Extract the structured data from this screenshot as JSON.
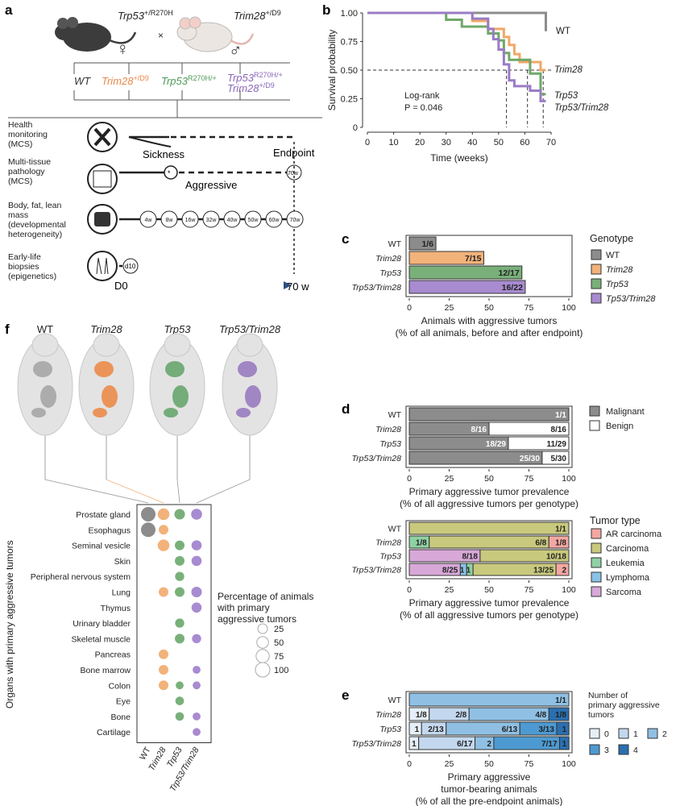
{
  "panel_letters": {
    "a": "a",
    "b": "b",
    "c": "c",
    "d": "d",
    "e": "e",
    "f": "f"
  },
  "panel_a": {
    "mouse_left": {
      "name": "Trp53",
      "sup": "+/R270H"
    },
    "mouse_right": {
      "name": "Trim28",
      "sup": "+/D9"
    },
    "cross": "×",
    "genotypes": [
      {
        "name": "WT",
        "sup": "",
        "color": "#333333"
      },
      {
        "name": "Trim28",
        "sup": "+/D9",
        "color": "#e8884a"
      },
      {
        "name": "Trp53",
        "sup": "R270H/+",
        "color": "#4f9a57"
      },
      {
        "name": "Trp53",
        "sup": "R270H/+",
        "color": "#8a67b8"
      },
      {
        "name": "Trim28",
        "sup": "+/D9",
        "color": "#8a67b8"
      }
    ],
    "rows": [
      {
        "label": [
          "Health",
          "monitoring",
          "(MCS)"
        ]
      },
      {
        "label": [
          "Multi-tissue",
          "pathology",
          "(MCS)"
        ]
      },
      {
        "label": [
          "Body, fat, lean",
          "mass",
          "(developmental",
          "heterogeneity)"
        ]
      },
      {
        "label": [
          "Early-life",
          "biopsies",
          "(epigenetics)"
        ]
      }
    ],
    "sickness": "Sickness",
    "endpoint": "Endpoint",
    "aggressive": "Aggressive",
    "week_circles": [
      "4w",
      "8w",
      "16w",
      "32w",
      "40w",
      "50w",
      "60w",
      "70w"
    ],
    "endpoint_circle": "70w",
    "biopsy_circle": "d10",
    "d0": "D0",
    "w70": "70 w"
  },
  "chart_data": [
    {
      "id": "b",
      "type": "line",
      "xlabel": "Time (weeks)",
      "ylabel": "Survival probability",
      "xlim": [
        0,
        70
      ],
      "ylim": [
        0,
        1
      ],
      "xticks": [
        "0",
        "10",
        "20",
        "30",
        "40",
        "50",
        "60",
        "70"
      ],
      "yticks": [
        "0",
        "0.25",
        "0.50",
        "0.75",
        "1.00"
      ],
      "annotation": [
        "Log-rank",
        "P = 0.046"
      ],
      "series": [
        {
          "name": "WT",
          "color": "#8c8c8c",
          "x": [
            0,
            68,
            68
          ],
          "y": [
            1.0,
            1.0,
            0.84
          ]
        },
        {
          "name": "Trim28",
          "color": "#f0a868",
          "x": [
            0,
            38,
            40,
            42,
            46,
            48,
            52,
            54,
            56,
            58,
            60,
            62,
            64,
            66,
            68
          ],
          "y": [
            1.0,
            1.0,
            0.93,
            0.93,
            0.86,
            0.86,
            0.79,
            0.72,
            0.64,
            0.57,
            0.57,
            0.57,
            0.57,
            0.5,
            0.5
          ]
        },
        {
          "name": "Trp53",
          "color": "#6fa86a",
          "x": [
            0,
            28,
            30,
            34,
            36,
            44,
            46,
            50,
            52,
            54,
            58,
            62,
            64,
            66,
            68
          ],
          "y": [
            1.0,
            1.0,
            0.94,
            0.94,
            0.88,
            0.88,
            0.82,
            0.76,
            0.65,
            0.59,
            0.59,
            0.47,
            0.47,
            0.29,
            0.29
          ]
        },
        {
          "name": "Trp53/Trim28",
          "color": "#9a7cc6",
          "x": [
            0,
            38,
            40,
            44,
            46,
            48,
            50,
            52,
            54,
            56,
            60,
            62,
            64,
            66,
            68
          ],
          "y": [
            1.0,
            1.0,
            0.95,
            0.95,
            0.86,
            0.77,
            0.68,
            0.55,
            0.41,
            0.36,
            0.36,
            0.32,
            0.32,
            0.23,
            0.23
          ]
        }
      ],
      "median_lines_x": [
        53,
        61,
        67
      ]
    },
    {
      "id": "c",
      "type": "bar",
      "xlabel": [
        "Animals with aggressive tumors",
        "(% of all animals, before and after endpoint)"
      ],
      "xlim": [
        0,
        100
      ],
      "xticks": [
        "0",
        "25",
        "50",
        "75",
        "100"
      ],
      "categories": [
        "WT",
        "Trim28",
        "Trp53",
        "Trp53/Trim28"
      ],
      "values": [
        16.7,
        46.7,
        70.6,
        72.7
      ],
      "labels": [
        "1/6",
        "7/15",
        "12/17",
        "16/22"
      ],
      "colors": [
        "#8c8c8c",
        "#f2b27a",
        "#79b07a",
        "#a88bd0"
      ],
      "legend_title": "Genotype",
      "legend": [
        "WT",
        "Trim28",
        "Trp53",
        "Tp53/Trim28"
      ]
    },
    {
      "id": "d1",
      "type": "bar",
      "xlabel": [
        "Primary aggressive tumor prevalence",
        "(% of all aggressive tumors per genotype)"
      ],
      "xlim": [
        0,
        100
      ],
      "xticks": [
        "0",
        "25",
        "50",
        "75",
        "100"
      ],
      "categories": [
        "WT",
        "Trim28",
        "Trp53",
        "Trp53/Trim28"
      ],
      "series": [
        {
          "name": "Malignant",
          "color": "#8c8c8c",
          "values": [
            100,
            50,
            62.1,
            83.3
          ],
          "labels": [
            "1/1",
            "8/16",
            "18/29",
            "25/30"
          ]
        },
        {
          "name": "Benign",
          "color": "#ffffff",
          "values": [
            0,
            50,
            37.9,
            16.7
          ],
          "labels": [
            "",
            "8/16",
            "11/29",
            "5/30"
          ]
        }
      ]
    },
    {
      "id": "d2",
      "type": "bar",
      "xlabel": [
        "Primary aggressive tumor prevalence",
        "(% of all aggressive tumors per genotype)"
      ],
      "xlim": [
        0,
        100
      ],
      "xticks": [
        "0",
        "25",
        "50",
        "75",
        "100"
      ],
      "categories": [
        "WT",
        "Trim28",
        "Trp53",
        "Trp53/Trim28"
      ],
      "legend_title": "Tumor type",
      "series": [
        {
          "name": "Sarcoma",
          "color": "#d8a8d8",
          "values": [
            0,
            0,
            44.4,
            32
          ],
          "labels": [
            "",
            "",
            "8/18",
            "8/25"
          ]
        },
        {
          "name": "Lymphoma",
          "color": "#88c2e6",
          "values": [
            0,
            0,
            0,
            4
          ],
          "labels": [
            "",
            "",
            "",
            "1"
          ]
        },
        {
          "name": "Leukemia",
          "color": "#8fd1a4",
          "values": [
            0,
            12.5,
            0,
            4
          ],
          "labels": [
            "",
            "1/8",
            "",
            "1"
          ]
        },
        {
          "name": "Carcinoma",
          "color": "#c9c97e",
          "values": [
            100,
            75,
            55.6,
            52
          ],
          "labels": [
            "1/1",
            "6/8",
            "10/18",
            "13/25"
          ]
        },
        {
          "name": "AR carcinoma",
          "color": "#f4a7a2",
          "values": [
            0,
            12.5,
            0,
            8
          ],
          "labels": [
            "",
            "1/8",
            "",
            "2"
          ]
        }
      ],
      "legend": [
        "AR carcinoma",
        "Carcinoma",
        "Leukemia",
        "Lymphoma",
        "Sarcoma"
      ]
    },
    {
      "id": "e",
      "type": "bar",
      "xlabel": [
        "Primary aggressive",
        "tumor-bearing animals",
        "(% of all the pre-endpoint animals)"
      ],
      "xlim": [
        0,
        100
      ],
      "xticks": [
        "0",
        "25",
        "50",
        "75",
        "100"
      ],
      "categories": [
        "WT",
        "Trim28",
        "Trp53",
        "Trp53/Trim28"
      ],
      "legend_title": [
        "Number of",
        "primary aggressive",
        "tumors"
      ],
      "series": [
        {
          "name": "0",
          "color": "#e6eff8",
          "values": [
            0,
            12.5,
            7.7,
            5.9
          ],
          "labels": [
            "",
            "1/8",
            "1",
            "1"
          ]
        },
        {
          "name": "1",
          "color": "#c3d8ee",
          "values": [
            0,
            25,
            15.4,
            35.3
          ],
          "labels": [
            "",
            "2/8",
            "2/13",
            "6/17"
          ]
        },
        {
          "name": "2",
          "color": "#8fc0e4",
          "values": [
            100,
            50,
            46.2,
            11.8
          ],
          "labels": [
            "1/1",
            "4/8",
            "6/13",
            "2"
          ]
        },
        {
          "name": "3",
          "color": "#4d9ad2",
          "values": [
            0,
            0,
            23.1,
            41.2
          ],
          "labels": [
            "",
            "",
            "3/13",
            "7/17"
          ]
        },
        {
          "name": "4",
          "color": "#2a6fb0",
          "values": [
            0,
            12.5,
            7.7,
            5.9
          ],
          "labels": [
            "",
            "1/8",
            "1",
            "1"
          ]
        }
      ],
      "legend": [
        "0",
        "1",
        "2",
        "3",
        "4"
      ]
    },
    {
      "id": "f",
      "type": "scatter",
      "ylabel": "Organs with primary aggressive tumors",
      "columns": [
        "WT",
        "Trim28",
        "Trp53",
        "Trp53/Trim28"
      ],
      "column_colors": [
        "#8c8c8c",
        "#f2b27a",
        "#79b07a",
        "#a88bd0"
      ],
      "organs": [
        "Prostate gland",
        "Esophagus",
        "Seminal vesicle",
        "Skin",
        "Peripheral nervous system",
        "Lung",
        "Thymus",
        "Urinary bladder",
        "Skeletal muscle",
        "Pancreas",
        "Bone marrow",
        "Colon",
        "Eye",
        "Bone",
        "Cartilage"
      ],
      "values": [
        [
          100,
          50,
          35,
          40
        ],
        [
          100,
          25,
          0,
          0
        ],
        [
          0,
          50,
          25,
          30
        ],
        [
          0,
          0,
          25,
          30
        ],
        [
          0,
          0,
          20,
          0
        ],
        [
          0,
          25,
          25,
          35
        ],
        [
          0,
          0,
          0,
          30
        ],
        [
          0,
          0,
          20,
          0
        ],
        [
          0,
          0,
          25,
          20
        ],
        [
          0,
          25,
          0,
          0
        ],
        [
          0,
          25,
          0,
          10
        ],
        [
          0,
          25,
          10,
          10
        ],
        [
          0,
          0,
          15,
          0
        ],
        [
          0,
          0,
          15,
          10
        ],
        [
          0,
          0,
          0,
          10
        ]
      ],
      "size_legend_title": [
        "Percentage of animals",
        "with primary",
        "aggressive tumors"
      ],
      "size_legend": [
        25,
        50,
        75,
        100
      ]
    }
  ],
  "panel_f_titles": [
    "WT",
    "Trim28",
    "Trp53",
    "Trp53/Trim28"
  ]
}
